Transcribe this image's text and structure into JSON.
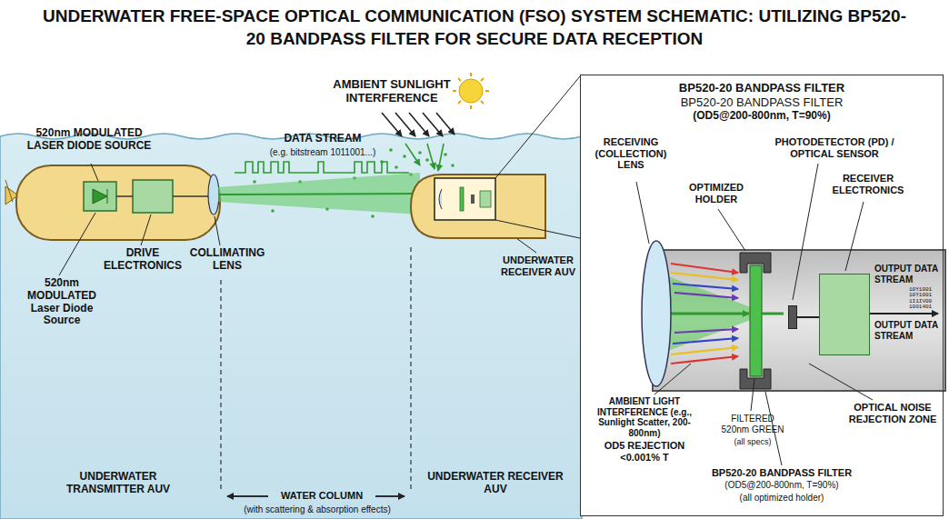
{
  "diagram": {
    "title": "UNDERWATER FREE-SPACE OPTICAL COMMUNICATION (FSO) SYSTEM SCHEMATIC: UTILIZING BP520-20 BANDPASS FILTER FOR SECURE DATA RECEPTION",
    "nodes": [
      {
        "text": [
          "BP520-20 BANDPASS FILTER",
          "BP520-20 BANDPASS FILTER",
          "(OD5@200-800nm, T=90%)"
        ]
      },
      {
        "text": [
          "PHOTODETECTOR (PD) / OPTICAL SENSOR"
        ],
        "in": 0
      },
      {
        "text": [
          "RECEIVER ELECTRONICS"
        ],
        "in": 0
      }
    ],
    "edges": [
      {
        "from": 1,
        "to": 2,
        "arrow": "none"
      }
    ],
    "labels": [
      "AMBIENT SUNLIGHT INTERFERENCE",
      "520nm MODULATED LASER DIODE SOURCE",
      "DATA STREAM",
      "(e.g. bitstream 1011001...)",
      "DRIVE ELECTRONICS",
      "COLLIMATING LENS",
      "520nm MODULATED Laser Diode Source",
      "UNDERWATER RECEIVER AUV",
      "UNDERWATER TRANSMITTER AUV",
      "WATER COLUMN",
      "(with scattering & absorption effects)",
      "UNDERWATER RECEIVER AUV",
      "RECEIVING (COLLECTION) LENS",
      "OPTIMIZED HOLDER",
      "OUTPUT DATA STREAM",
      "10Y1001 10Y1001 1I1IV00 1001401",
      "OUTPUT DATA STREAM",
      "AMBIENT LIGHT INTERFERENCE (e.g., Sunlight Scatter, 200-800nm)",
      "OD5 REJECTION <0.001% T",
      "FILTERED 520nm GREEN",
      "(all specs)",
      "OPTICAL NOISE REJECTION ZONE",
      "BP520-20 BANDPASS FILTER",
      "(OD5@200-800nm, T=90%)",
      "(all optimized holder)"
    ]
  }
}
